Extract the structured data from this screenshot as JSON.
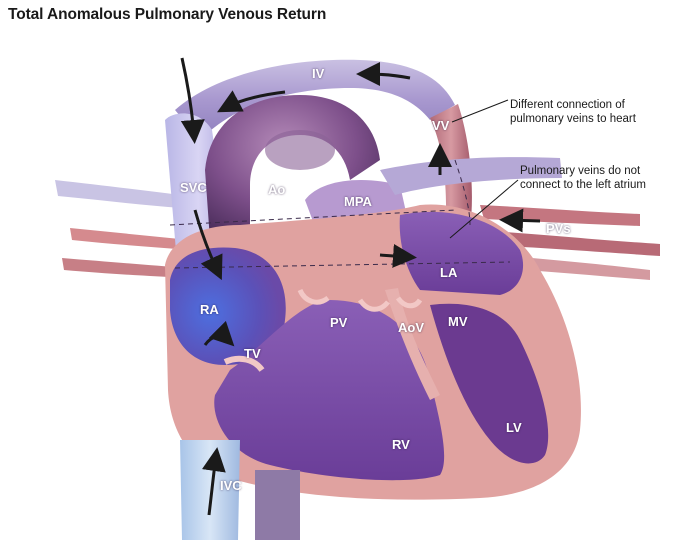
{
  "title": "Total Anomalous Pulmonary Venous Return",
  "labels": {
    "iv": "IV",
    "vv": "VV",
    "svc": "SVC",
    "ao": "Ao",
    "mpa": "MPA",
    "pvs": "PVs",
    "la": "LA",
    "ra": "RA",
    "pv": "PV",
    "aov": "AoV",
    "mv": "MV",
    "tv": "TV",
    "rv": "RV",
    "lv": "LV",
    "ivc": "IVC"
  },
  "callouts": {
    "vv_line1": "Different connection of",
    "vv_line2": "pulmonary veins to heart",
    "la_line1": "Pulmonary veins do not",
    "la_line2": "connect to the left atrium"
  },
  "colors": {
    "blood_blue": "#7b8fd6",
    "heart_purple": "#7a4aa3",
    "muscle_pink": "#e3a4a2",
    "vein_lilac": "#b5a8d6"
  }
}
